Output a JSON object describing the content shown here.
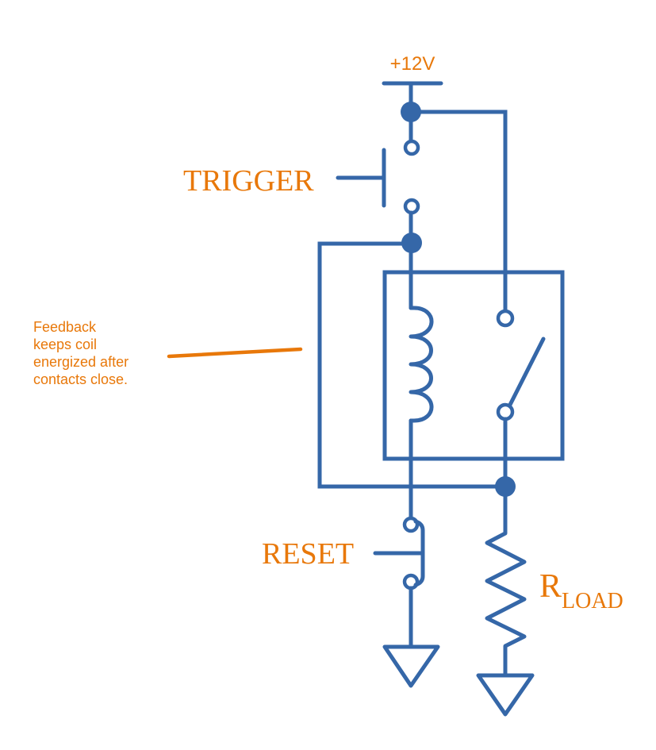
{
  "diagram": {
    "type": "latching relay circuit schematic",
    "colors": {
      "wire": "#3567a8",
      "label": "#e8780a",
      "background": "#ffffff"
    },
    "labels": {
      "supply": "+12V",
      "trigger": "TRIGGER",
      "reset": "RESET",
      "load_main": "R",
      "load_sub": "LOAD",
      "annotation": [
        "Feedback",
        "keeps coil",
        "energized after",
        "contacts close."
      ]
    },
    "components": [
      {
        "id": "supply",
        "kind": "power-rail",
        "label": "+12V"
      },
      {
        "id": "trigger",
        "kind": "normally-open-pushbutton",
        "label": "TRIGGER"
      },
      {
        "id": "relay",
        "kind": "relay",
        "parts": [
          "coil",
          "normally-open-contact"
        ]
      },
      {
        "id": "reset",
        "kind": "normally-closed-pushbutton",
        "label": "RESET"
      },
      {
        "id": "load",
        "kind": "resistor",
        "label": "R LOAD"
      },
      {
        "id": "gnd1",
        "kind": "ground"
      },
      {
        "id": "gnd2",
        "kind": "ground"
      }
    ],
    "connections": [
      [
        "supply",
        "trigger"
      ],
      [
        "supply",
        "relay.contact"
      ],
      [
        "trigger",
        "relay.coil"
      ],
      [
        "relay.coil",
        "reset"
      ],
      [
        "reset",
        "gnd1"
      ],
      [
        "relay.contact",
        "load"
      ],
      [
        "load",
        "gnd2"
      ],
      [
        "relay.contact",
        "relay.coil (feedback)"
      ]
    ]
  }
}
